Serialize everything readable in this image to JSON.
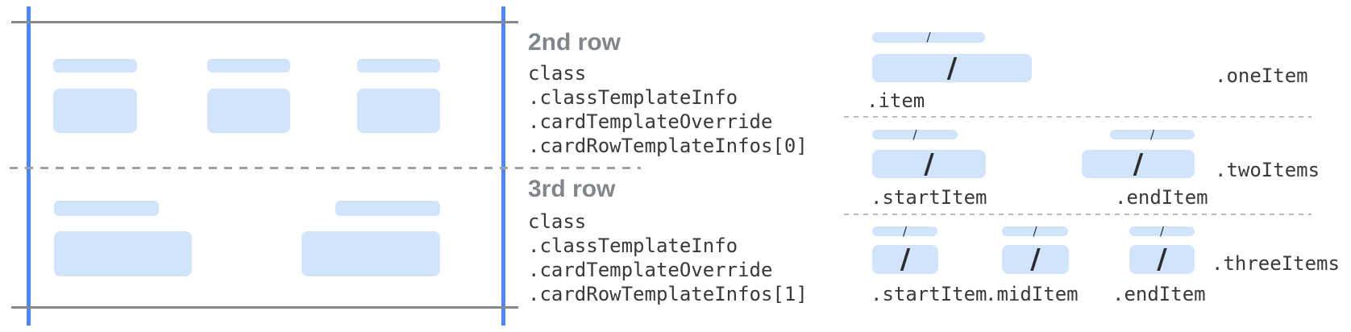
{
  "separator": "/",
  "annotations": {
    "row2": {
      "title": "2nd row",
      "path_lines": [
        "class",
        ".classTemplateInfo",
        ".cardTemplateOverride",
        ".cardRowTemplateInfos[0]"
      ]
    },
    "row3": {
      "title": "3rd row",
      "path_lines": [
        "class",
        ".classTemplateInfo",
        ".cardTemplateOverride",
        ".cardRowTemplateInfos[1]"
      ]
    }
  },
  "templates": {
    "one_item": {
      "name": ".oneItem",
      "item_labels": [
        ".item"
      ]
    },
    "two_items": {
      "name": ".twoItems",
      "item_labels": [
        ".startItem",
        ".endItem"
      ]
    },
    "three_items": {
      "name": ".threeItems",
      "item_labels": [
        ".startItem",
        ".midItem",
        ".endItem"
      ]
    }
  },
  "colors": {
    "bar_fill": "#d2e3fc",
    "edge_line_blue": "#4f86f5",
    "frame_line_gray": "#85898e",
    "dashed_divider_gray": "#9aa0a6",
    "dotted_divider_gray": "#b6babd",
    "heading_gray": "#80868b",
    "code_text": "#37393c",
    "slash": "#2a2c2e"
  }
}
